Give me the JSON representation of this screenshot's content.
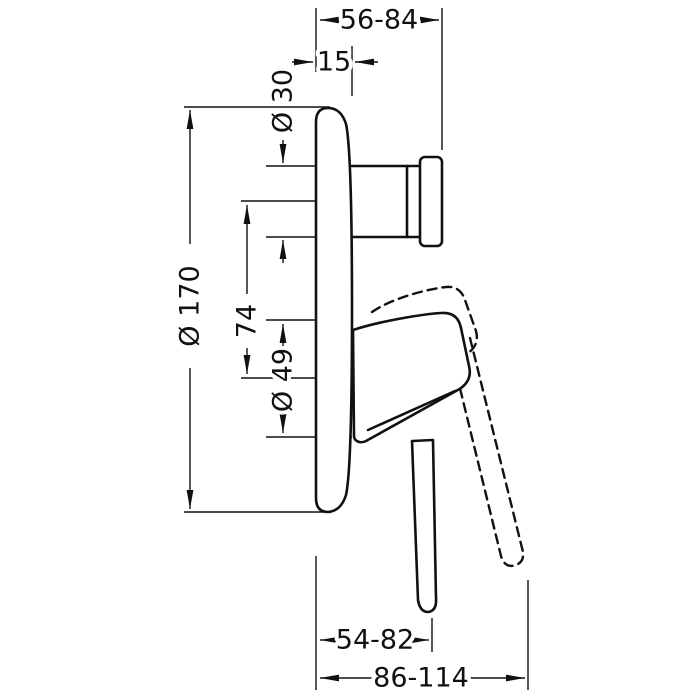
{
  "drawing": {
    "type": "technical-dimension-drawing",
    "subject": "concealed single-lever mixer trim, side view",
    "colors": {
      "line": "#111111",
      "background": "#ffffff"
    }
  },
  "dimensions": {
    "top_projection": "56-84",
    "plate_depth": "15",
    "spindle_diameter": "Ø 30",
    "plate_diameter": "Ø 170",
    "axis_spacing": "74",
    "hub_diameter": "Ø 49",
    "lever_projection": "54-82",
    "overall_projection": "86-114"
  }
}
